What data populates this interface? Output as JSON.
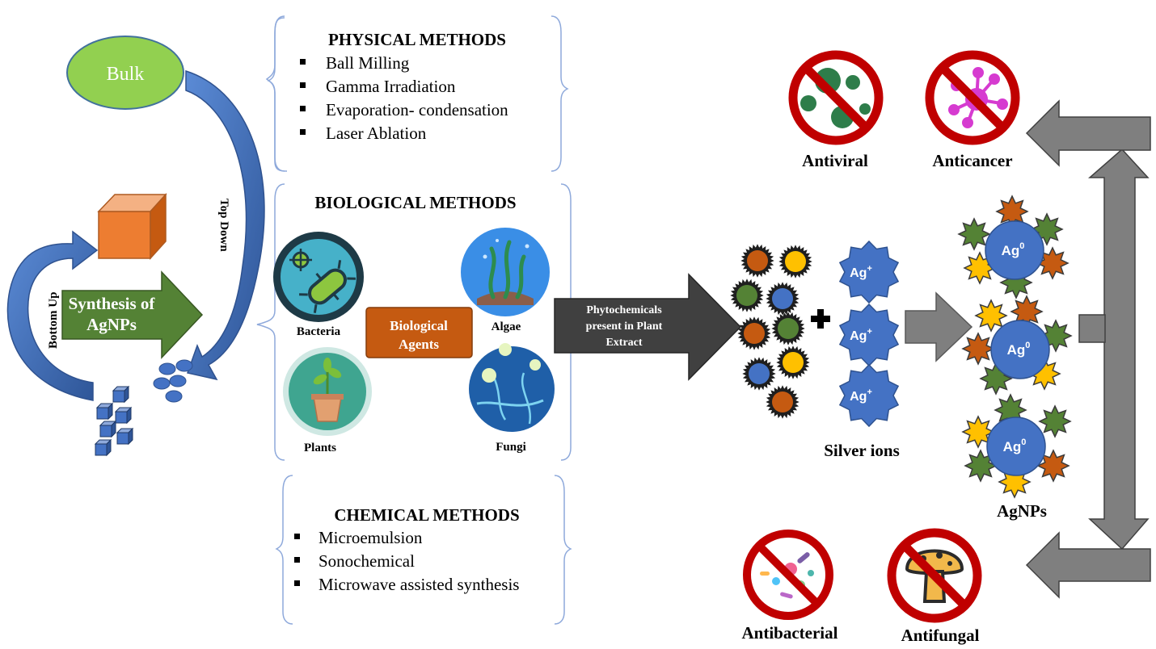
{
  "left": {
    "bulk_label": "Bulk",
    "top_down_label": "Top Down",
    "bottom_up_label": "Bottom Up",
    "synthesis_label_line1": "Synthesis of",
    "synthesis_label_line2": "AgNPs"
  },
  "physical": {
    "heading": "PHYSICAL METHODS",
    "items": [
      "Ball Milling",
      "Gamma Irradiation",
      "Evaporation- condensation",
      "Laser Ablation"
    ]
  },
  "biological": {
    "heading": "BIOLOGICAL METHODS",
    "center_line1": "Biological",
    "center_line2": "Agents",
    "bacteria": "Bacteria",
    "algae": "Algae",
    "plants": "Plants",
    "fungi": "Fungi"
  },
  "chemical": {
    "heading": "CHEMICAL METHODS",
    "items": [
      "Microemulsion",
      "Sonochemical",
      "Microwave assisted synthesis"
    ]
  },
  "process": {
    "arrow_line1": "Phytochemicals",
    "arrow_line2": "present in Plant",
    "arrow_line3": "Extract",
    "ion_label": "Ag",
    "ion_charge": "+",
    "silver_ions_label": "Silver ions",
    "np_label": "Ag",
    "np_charge": "0",
    "agnps_label": "AgNPs"
  },
  "applications": {
    "antiviral": "Antiviral",
    "anticancer": "Anticancer",
    "antibacterial": "Antibacterial",
    "antifungal": "Antifungal"
  },
  "colors": {
    "blue": "#4472C4",
    "green": "#548235",
    "orange": "#C55A11",
    "yellow": "#FFC000",
    "gray_arrow": "#7F7F7F",
    "dark_arrow": "#404040",
    "red_sign": "#C00000"
  }
}
